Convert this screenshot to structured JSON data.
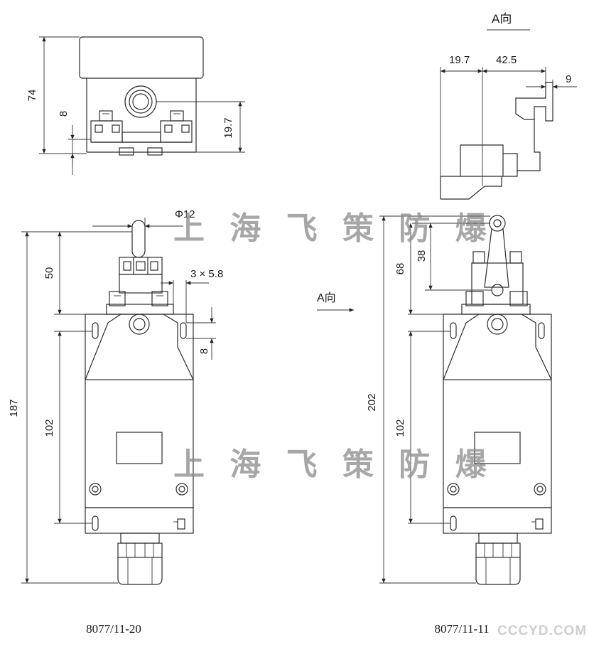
{
  "view_a_title": "A向",
  "arrow_label": "A向",
  "dims": {
    "top_height": "74",
    "top_8": "8",
    "top_19_7": "19.7",
    "a_19_7": "19.7",
    "a_42_5": "42.5",
    "a_9": "9",
    "phi12": "Φ12",
    "slot": "3 × 5.8",
    "left_50": "50",
    "left_187": "187",
    "left_102": "102",
    "left_8": "8",
    "right_68": "68",
    "right_38": "38",
    "right_202": "202",
    "right_102": "102"
  },
  "captions": {
    "left": "8077/11-20",
    "right": "8077/11-11"
  },
  "watermark": {
    "top": "上 海 飞 策 防 爆",
    "bottom": "上 海 飞 策 防 爆",
    "corner": "CCCYD.COM"
  }
}
